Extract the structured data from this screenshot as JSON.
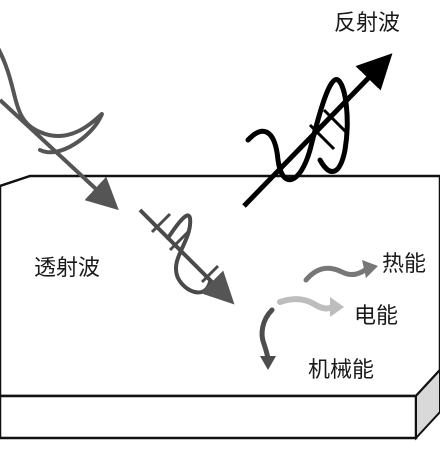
{
  "labels": {
    "reflected_wave": "反射波",
    "transmitted_wave": "透射波",
    "thermal_energy": "热能",
    "electrical_energy": "电能",
    "mechanical_energy": "机械能"
  },
  "colors": {
    "outline": "#111111",
    "incident_wave": "#555555",
    "transmitted_wave": "#4a4a4a",
    "reflected_wave": "#000000",
    "thermal_arrow": "#777777",
    "electrical_arrow": "#bdbdbd",
    "mechanical_arrow": "#4d4d4d",
    "slab_side": "#d9d9d9"
  }
}
